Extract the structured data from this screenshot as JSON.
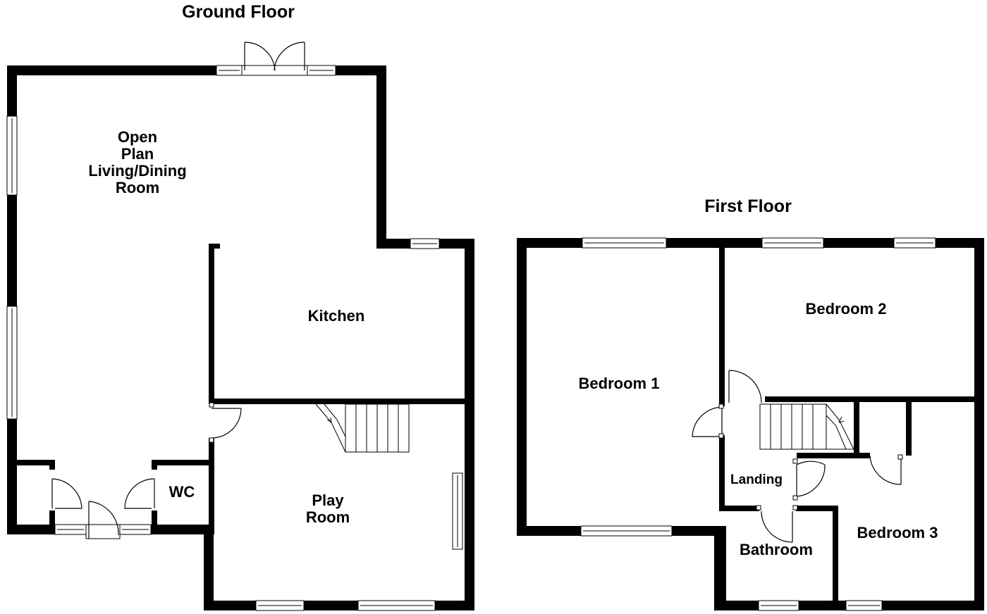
{
  "floors": {
    "ground": {
      "title": "Ground Floor",
      "rooms": {
        "living": [
          "Open",
          "Plan",
          "Living/Dining",
          "Room"
        ],
        "kitchen": "Kitchen",
        "wc": "WC",
        "play": [
          "Play",
          "Room"
        ]
      }
    },
    "first": {
      "title": "First Floor",
      "rooms": {
        "bedroom1": "Bedroom 1",
        "bedroom2": "Bedroom 2",
        "bedroom3": "Bedroom 3",
        "landing": "Landing",
        "bathroom": "Bathroom"
      }
    }
  }
}
